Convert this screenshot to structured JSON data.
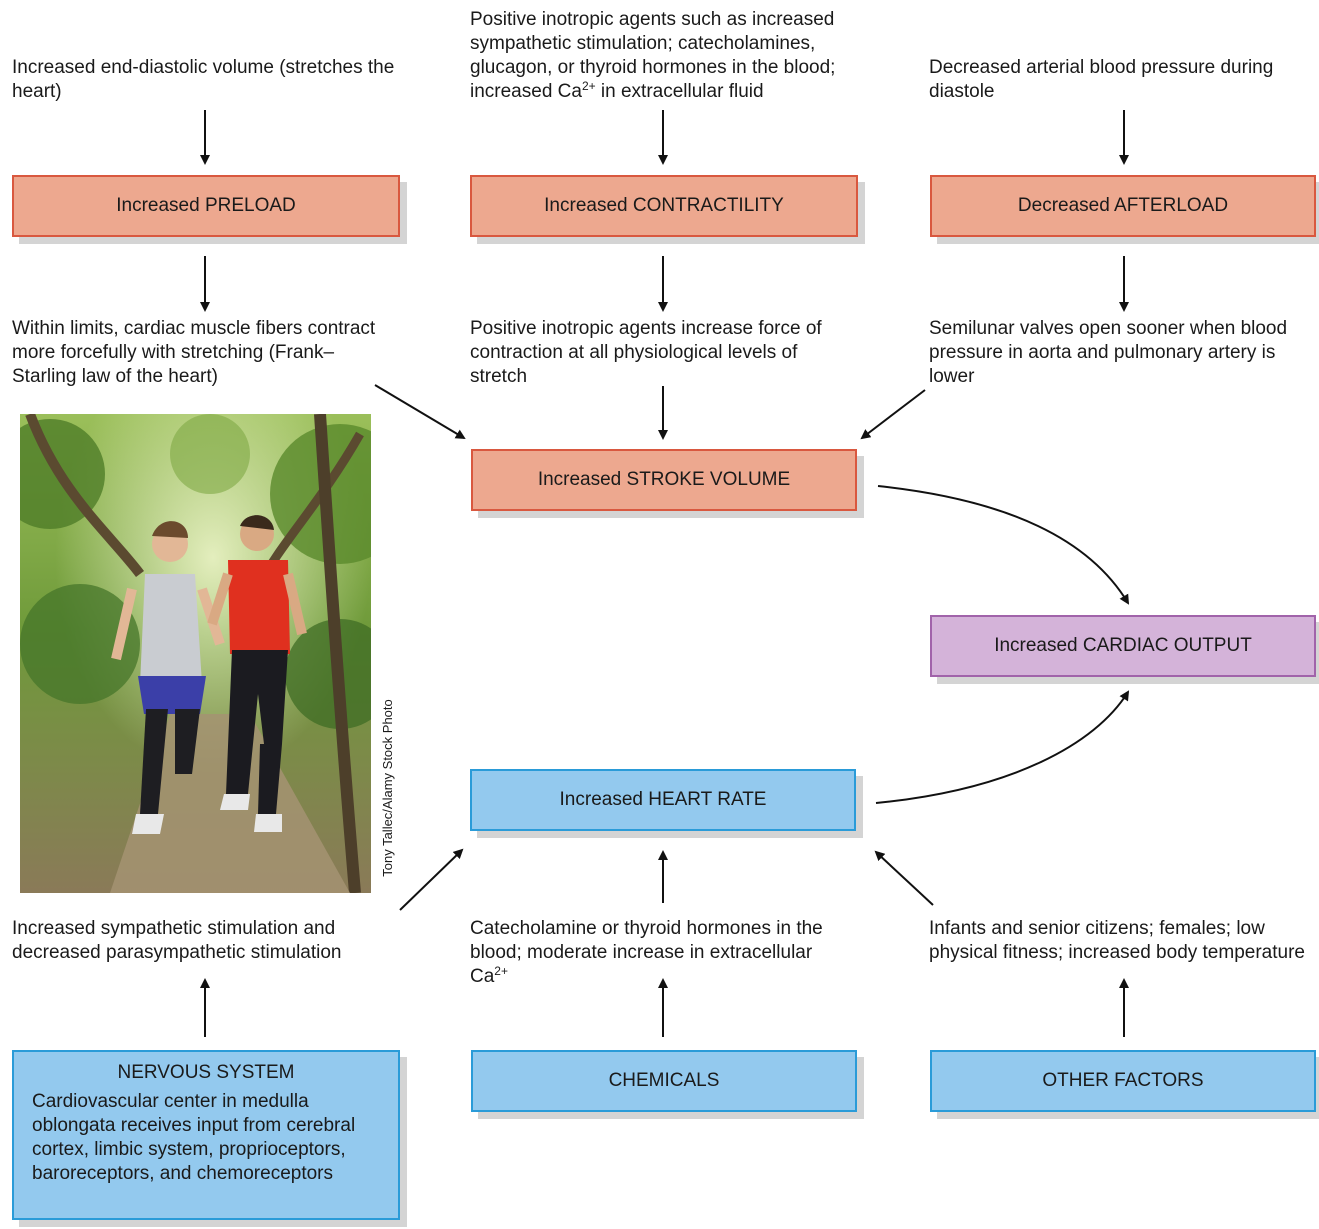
{
  "top_inputs": {
    "preload_cause": "Increased end-diastolic volume (stretches the heart)",
    "contractility_cause_main": "Positive inotropic agents such as increased sympathetic stimulation; catecholamines, glucagon, or thyroid hormones in the blood; increased Ca",
    "contractility_cause_sup": "2+",
    "contractility_cause_tail": " in extracellular fluid",
    "afterload_cause": "Decreased arterial blood pressure during diastole"
  },
  "boxes": {
    "preload": "Increased PRELOAD",
    "contractility": "Increased CONTRACTILITY",
    "afterload": "Decreased AFTERLOAD",
    "stroke_volume": "Increased STROKE VOLUME",
    "cardiac_output": "Increased CARDIAC OUTPUT",
    "heart_rate": "Increased HEART RATE",
    "nervous_system_title": "NERVOUS SYSTEM",
    "nervous_system_body": "Cardiovascular center in medulla oblongata receives input from cerebral cortex, limbic system, proprioceptors, baroreceptors, and chemoreceptors",
    "chemicals": "CHEMICALS",
    "other_factors": "OTHER FACTORS"
  },
  "effects": {
    "preload_effect": "Within limits, cardiac muscle fibers contract more forcefully with stretching (Frank–Starling law of the heart)",
    "contractility_effect": "Positive inotropic agents increase force of contraction at all physiological levels of stretch",
    "afterload_effect": "Semilunar valves open sooner when blood pressure in aorta and pulmonary artery is lower"
  },
  "heart_rate_inputs": {
    "nervous_effect": "Increased sympathetic stimulation and decreased parasympathetic stimulation",
    "chemical_effect_main": "Catecholamine or thyroid hormones in the blood; moderate increase in extracellular Ca",
    "chemical_effect_sup": "2+",
    "other_effect": "Infants and senior citizens; females; low physical fitness; increased body temperature"
  },
  "photo_credit": "Tony Tallec/Alamy Stock Photo",
  "colors": {
    "stroke_volume_fill": "#eda88f",
    "stroke_volume_border": "#d9583f",
    "heart_rate_fill": "#93c9ee",
    "heart_rate_border": "#2a9bd8",
    "cardiac_output_fill": "#d4b3d9",
    "cardiac_output_border": "#a163aa"
  }
}
